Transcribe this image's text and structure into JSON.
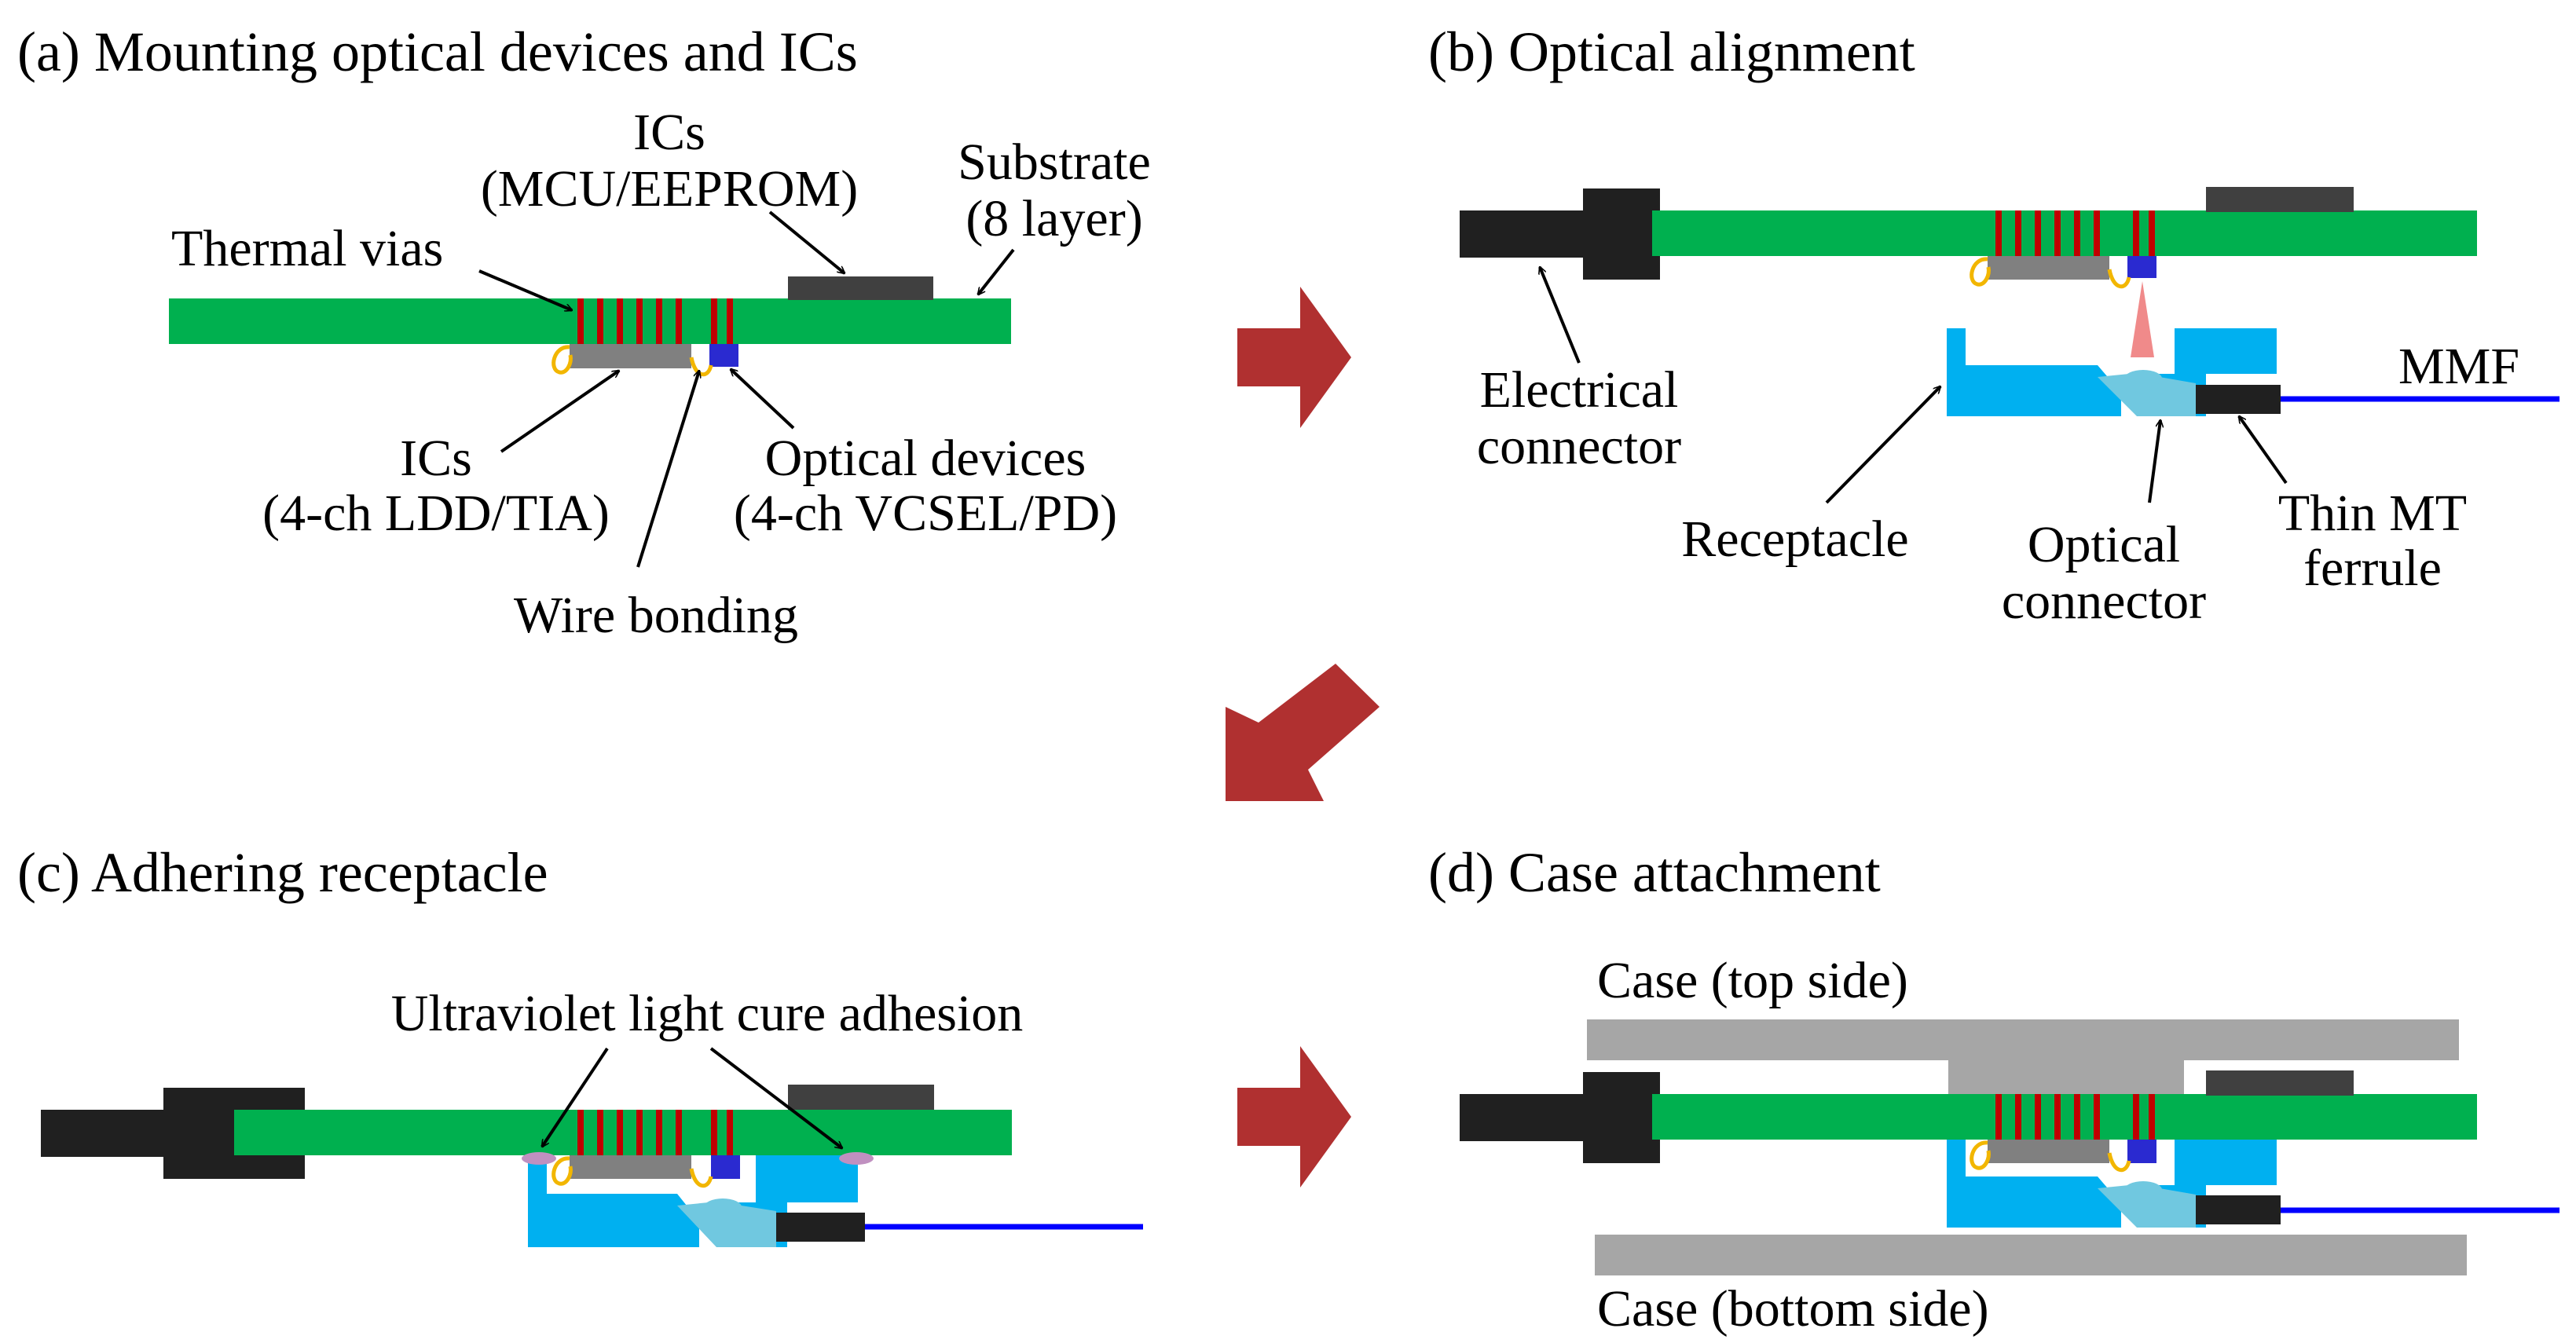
{
  "panels": {
    "a": {
      "title": "(a) Mounting optical devices and ICs",
      "labels": {
        "ics_top_1": "ICs",
        "ics_top_2": "(MCU/EEPROM)",
        "substrate_1": "Substrate",
        "substrate_2": "(8 layer)",
        "thermal_vias": "Thermal vias",
        "ics_bottom_1": "ICs",
        "ics_bottom_2": "(4-ch LDD/TIA)",
        "optical_devices_1": "Optical devices",
        "optical_devices_2": "(4-ch VCSEL/PD)",
        "wire_bonding": "Wire bonding"
      }
    },
    "b": {
      "title": "(b) Optical alignment",
      "labels": {
        "electrical_connector_1": "Electrical",
        "electrical_connector_2": "connector",
        "mmf": "MMF",
        "receptacle": "Receptacle",
        "optical_connector_1": "Optical",
        "optical_connector_2": "connector",
        "thin_mt_1": "Thin MT",
        "thin_mt_2": "ferrule"
      }
    },
    "c": {
      "title": "(c) Adhering receptacle",
      "labels": {
        "uv_adhesion": "Ultraviolet light cure adhesion"
      }
    },
    "d": {
      "title": "(d) Case attachment",
      "labels": {
        "case_top": "Case (top side)",
        "case_bottom": "Case (bottom side)"
      }
    }
  },
  "colors": {
    "substrate": "#00b04f",
    "thermal_via": "#c00000",
    "ic_gray": "#808080",
    "ic_dark": "#404040",
    "optical_device": "#2a2ad0",
    "receptacle": "#00b0f0",
    "optical_connector": "#70c8e0",
    "ferrule": "#202020",
    "fiber": "#0000ff",
    "wire": "#f2b600",
    "beam": "#f08a8a",
    "case": "#a6a6a6",
    "flow_arrow": "#b03030",
    "adhesive": "#c090c0"
  }
}
